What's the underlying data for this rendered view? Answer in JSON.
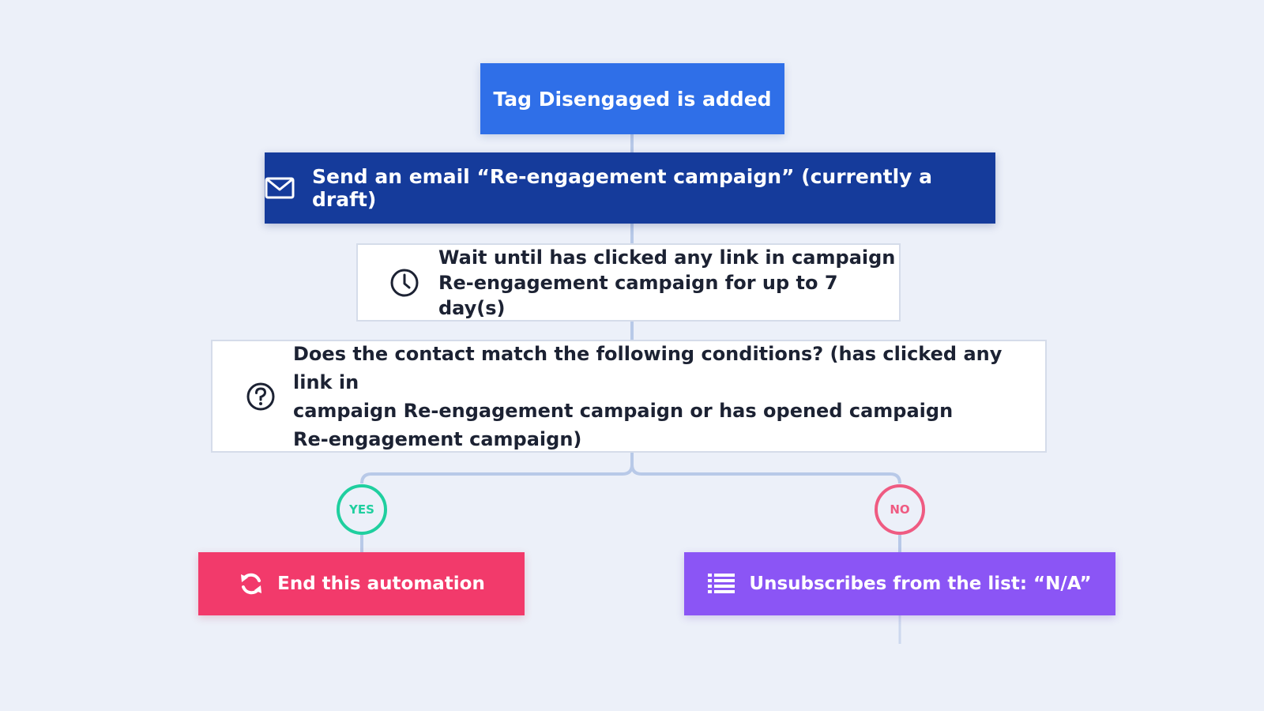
{
  "flow": {
    "trigger": {
      "label": "Tag Disengaged is added"
    },
    "email_step": {
      "icon": "envelope-icon",
      "label": "Send an email “Re-engagement campaign” (currently a draft)"
    },
    "wait_step": {
      "icon": "clock-icon",
      "line1": "Wait until has clicked any link in campaign",
      "line2": "Re-engagement campaign for up to 7 day(s)"
    },
    "condition_step": {
      "icon": "question-circle-icon",
      "line1": "Does the contact match the following conditions? (has clicked any link in",
      "line2": "campaign Re-engagement campaign or has opened campaign",
      "line3": "Re-engagement campaign)"
    },
    "branches": {
      "yes": {
        "badge": "YES",
        "action_icon": "refresh-icon",
        "action_label": "End this automation"
      },
      "no": {
        "badge": "NO",
        "action_icon": "list-icon",
        "action_label": "Unsubscribes from the list: “N/A”"
      }
    }
  },
  "colors": {
    "background": "#ecf0f9",
    "trigger": "#2f6fe8",
    "email": "#153b9b",
    "yes": "#1fcf9f",
    "no": "#ef5b82",
    "end_action": "#f23a6b",
    "unsubscribe_action": "#8b55f5",
    "connector": "#b8c9e8"
  }
}
